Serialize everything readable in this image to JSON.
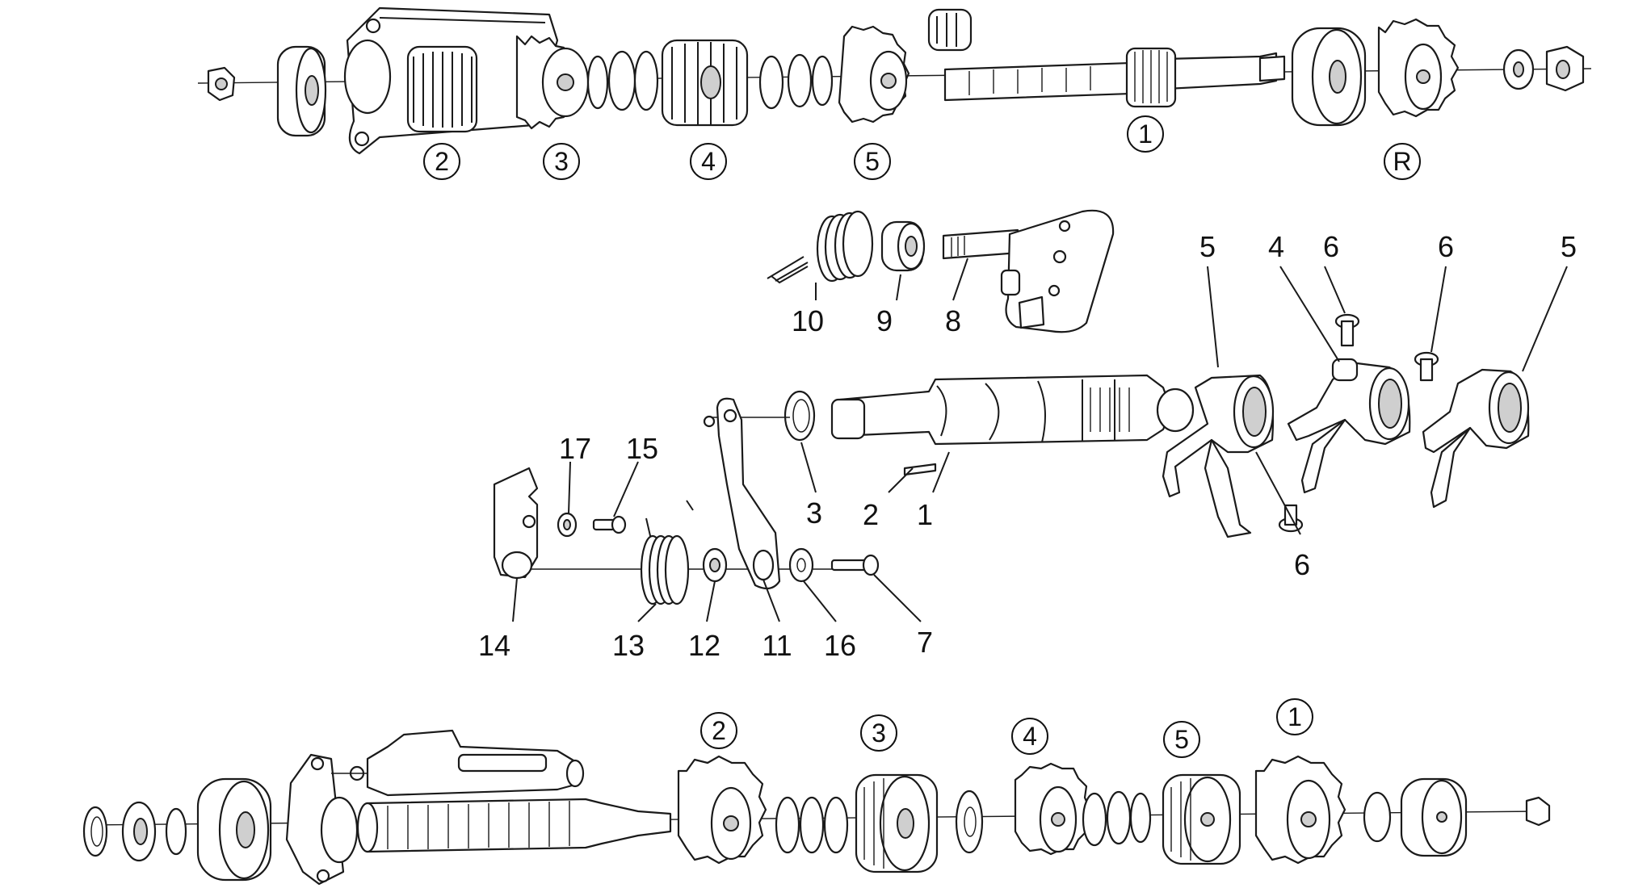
{
  "top_shaft": {
    "gear_labels": [
      "2",
      "3",
      "4",
      "5",
      "1",
      "R"
    ]
  },
  "selector_mechanism": {
    "part_labels": [
      "10",
      "9",
      "8",
      "5",
      "4",
      "6",
      "6",
      "5",
      "17",
      "15",
      "3",
      "2",
      "1",
      "6",
      "14",
      "13",
      "12",
      "11",
      "16",
      "7"
    ]
  },
  "bottom_shaft": {
    "gear_labels": [
      "2",
      "3",
      "4",
      "5",
      "1"
    ]
  }
}
